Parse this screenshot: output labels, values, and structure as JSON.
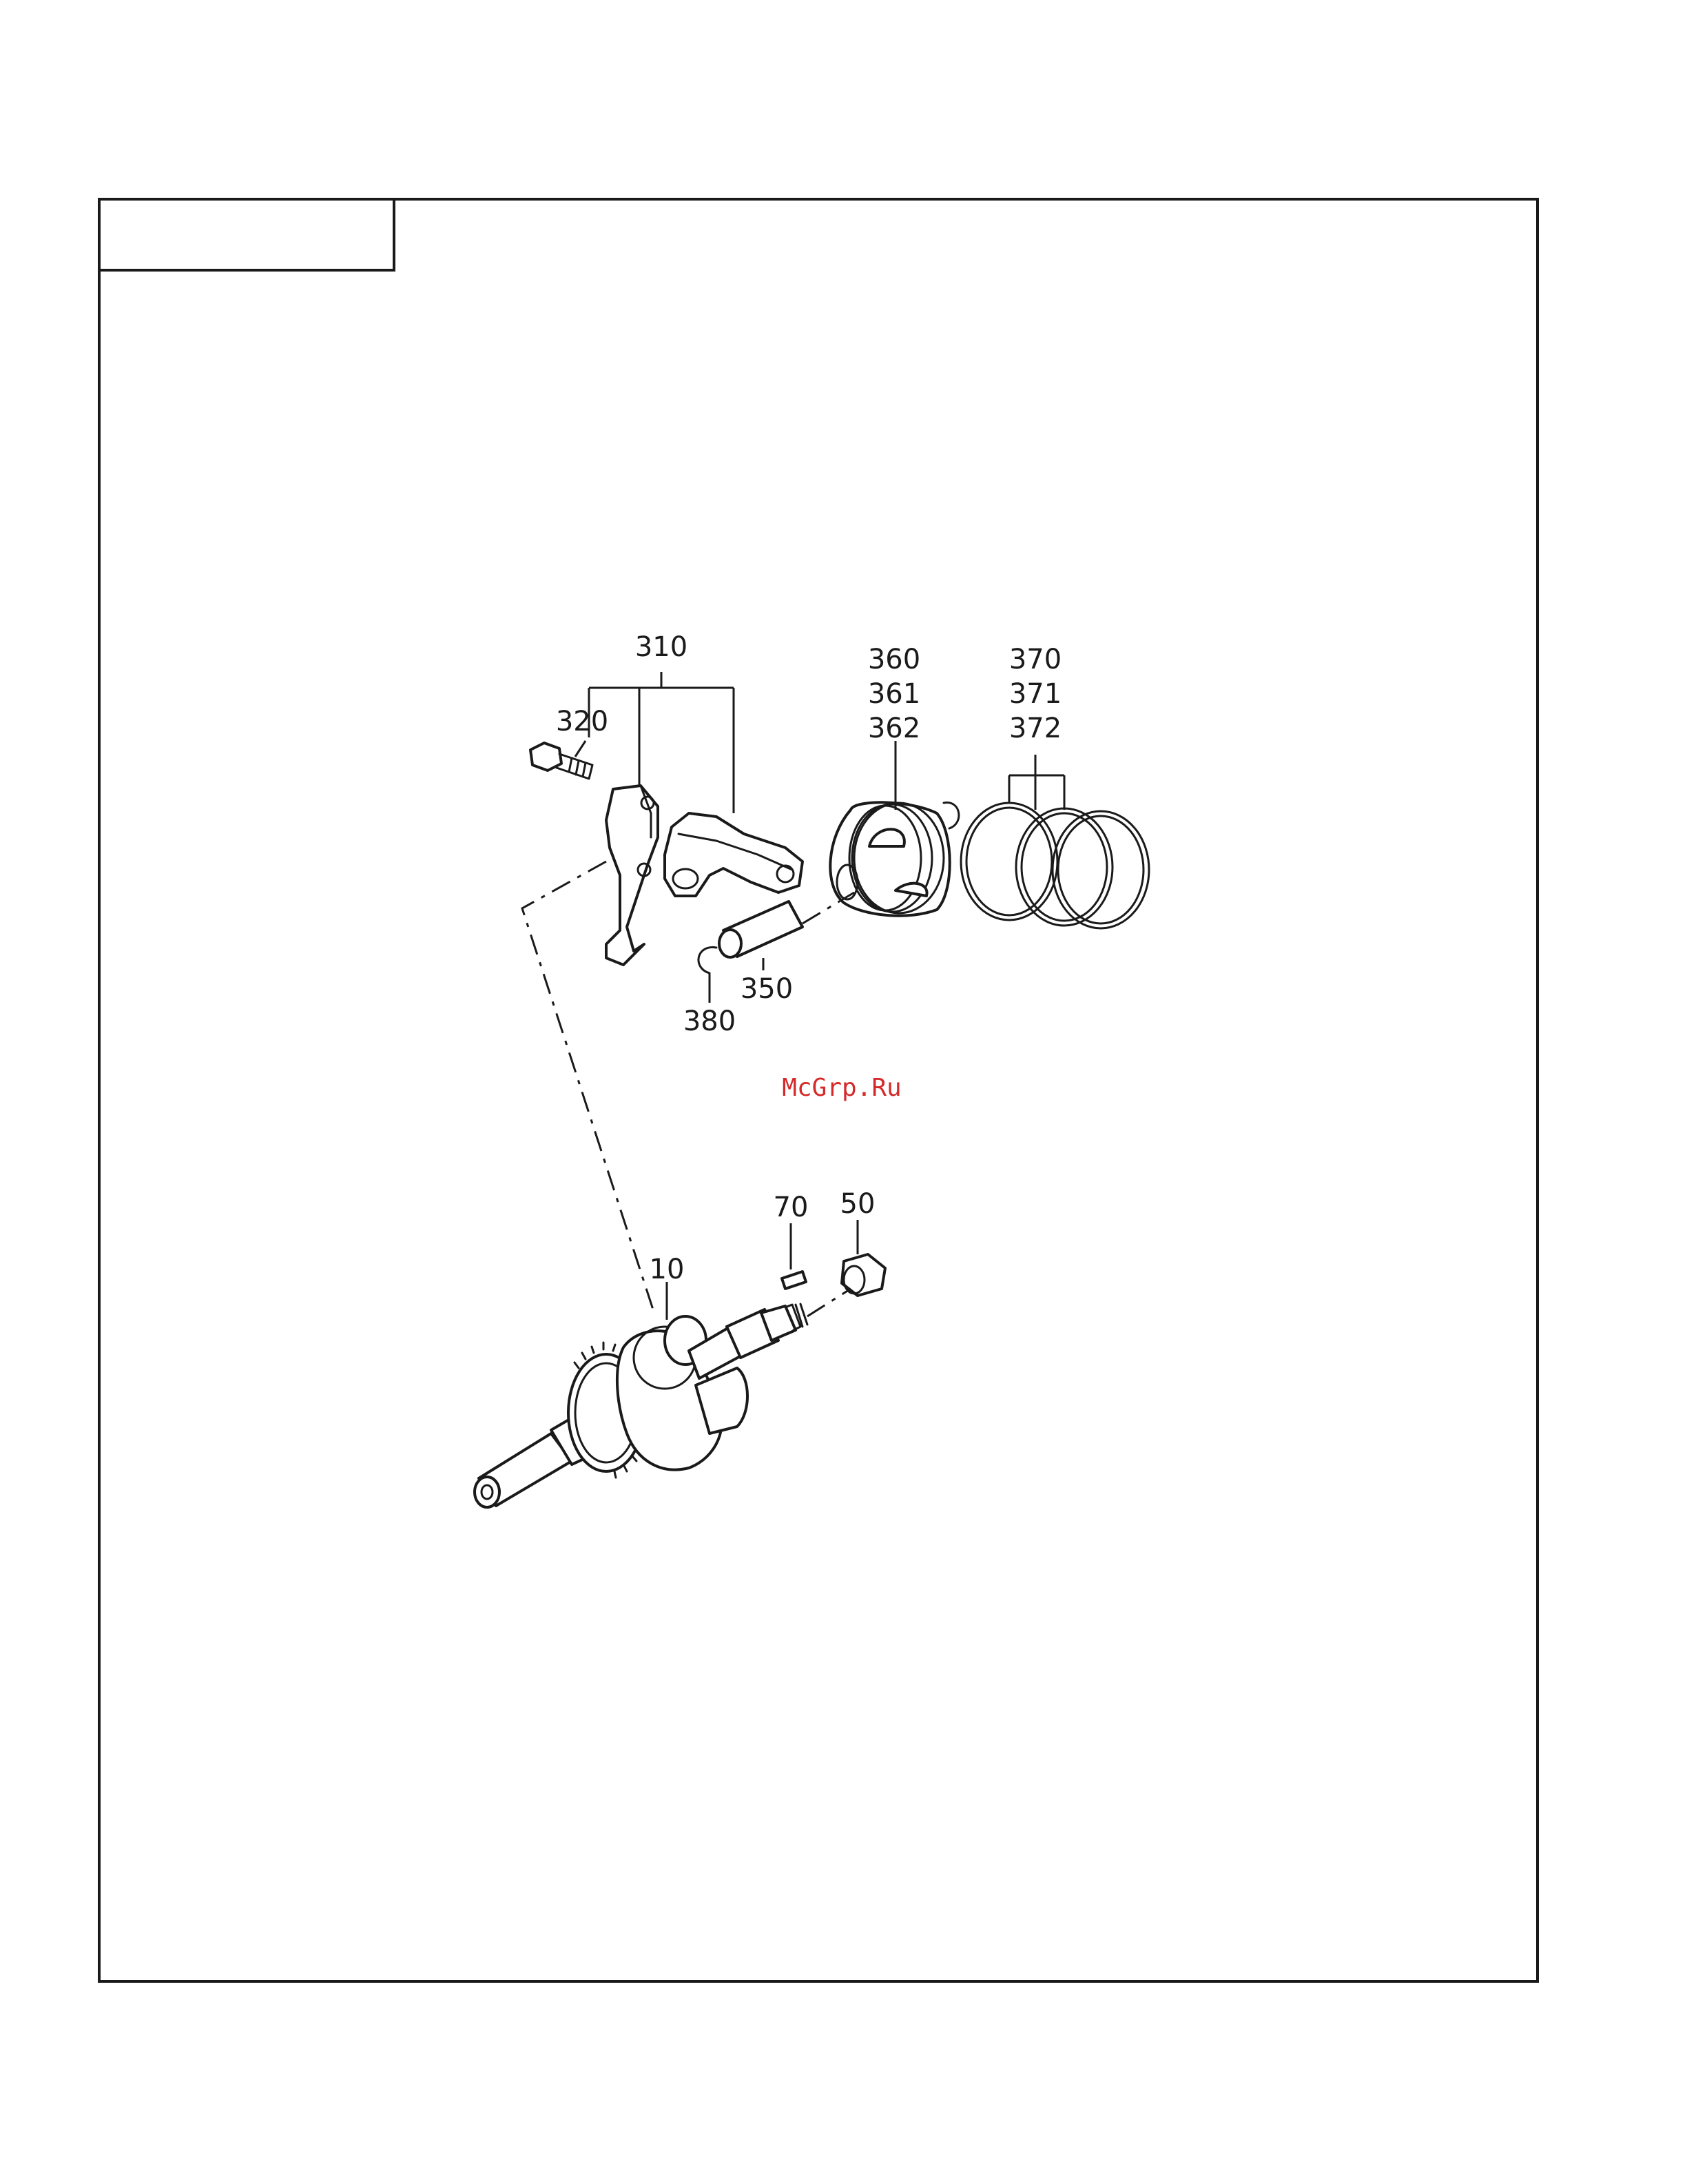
{
  "callouts": {
    "c310": "310",
    "c320": "320",
    "c360": "360",
    "c361": "361",
    "c362": "362",
    "c370": "370",
    "c371": "371",
    "c372": "372",
    "c350": "350",
    "c380": "380",
    "c70": "70",
    "c50": "50",
    "c10": "10"
  },
  "watermark": {
    "text": "McGrp.Ru",
    "color": "#d42a2a"
  }
}
